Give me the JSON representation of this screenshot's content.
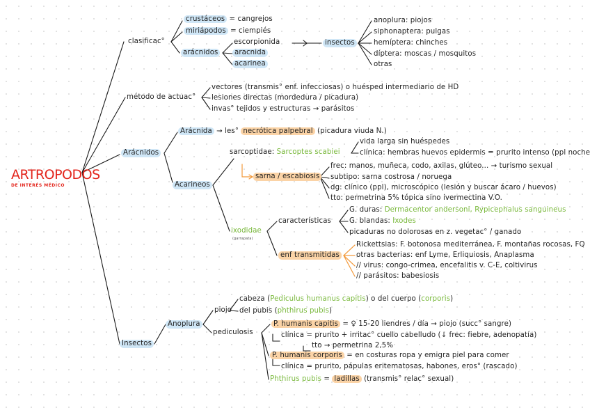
{
  "title": {
    "main": "ARTROPODOS",
    "sub": "DE INTERÉS MÉDICO"
  },
  "clasificacion": {
    "label": "clasificac°",
    "crustaceos": {
      "name": "crustáceos",
      "rest": " = cangrejos"
    },
    "miriapodos": {
      "name": "miriápodos",
      "rest": " = ciempiés"
    },
    "aracnidos": {
      "name": "arácnidos",
      "children": [
        "escorpionida",
        "aracnida",
        "acarinea"
      ]
    },
    "insectos": {
      "name": "insectos",
      "children": [
        "anoplura: piojos",
        "siphonaptera: pulgas",
        "hemíptera: chinches",
        "díptera: moscas / mosquitos",
        "otras"
      ]
    }
  },
  "metodo": {
    "label": "método de actuac°",
    "items": [
      "vectores (transmis° enf. infecciosas) o huésped intermediario de HD",
      "lesiones directas (mordedura / picadura)",
      "invas° tejidos y estructuras → parásitos"
    ]
  },
  "arac": {
    "label": "Arácnidos",
    "aracnida": {
      "name": "Arácnida",
      "arrow": " → les° ",
      "highlight": "necrótica palpebral",
      "rest": " (picadura viuda N.)"
    },
    "acarineos": {
      "label": "Acarineos",
      "sarcoptidae": {
        "label": "sarcoptidae: ",
        "species": "Sarcoptes scabiei",
        "vida": "vida larga sin huéspedes",
        "clinica": "clínica: hembras huevos epidermis = prurito intenso (ppl noche)"
      },
      "sarna": {
        "label": "sarna / escabiosis",
        "items": [
          "frec: manos, muñeca, codo, axilas, glúteo... → turismo sexual",
          "subtipo: sarna costrosa / noruega",
          "dg: clínico (ppl), microscópico (lesión y buscar ácaro / huevos)",
          "tto: permetrina 5% tópica sino ivermectina V.O."
        ]
      },
      "ixodidae": {
        "name": "ixodidae",
        "note": "(garrapata)",
        "caract": {
          "label": "características",
          "duras_label": "G. duras: ",
          "duras_species": "Dermacentor andersoni, Rypicephalus sanguineus",
          "blandas_label": "G. blandas: ",
          "blandas_species": "Ixodes",
          "picaduras": "picaduras no dolorosas en z. vegetac° / ganado"
        },
        "enf": {
          "label": "enf transmitidas",
          "items": [
            "Rickettsias: F. botonosa mediterránea, F. montañas rocosas, FQ",
            "otras bacterias: enf Lyme, Erliquiosis, Anaplasma",
            "// virus: congo-crimea, encefalitis v. C-E, coltivirus",
            "// parásitos: babesiosis"
          ]
        }
      }
    }
  },
  "insect": {
    "label": "Insectos",
    "anoplura": "Anoplura",
    "piojo": {
      "label": "piojo",
      "cabeza": {
        "pre": "cabeza (",
        "species": "Pediculus humanus capitis",
        "mid": ") o del cuerpo (",
        "corporis": "corporis",
        "post": ")"
      },
      "pubis": {
        "pre": "del pubis (",
        "species": "phthirus pubis",
        "post": ")"
      }
    },
    "pediculosis": {
      "label": "pediculosis",
      "capitis": {
        "name": "P. humanis capitis",
        "rest": " = ♀ 15-20 liendres / día → piojo (succ° sangre)",
        "clinica": "clínica = prurito + irritac° cuello cabelludo (↓ frec: fiebre, adenopatía)",
        "tto": "tto → permetrina 2,5%"
      },
      "corporis": {
        "name": "P. humanis corporis",
        "rest": " = en costuras ropa y emigra piel para comer",
        "clinica": "clínica = prurito, pápulas eritematosas, habones, eros° (rascado)"
      },
      "pubis": {
        "name": "Phthirus pubis",
        "eq": " = ",
        "hl": "ladillas",
        "rest": " (transmis° relac° sexual)"
      }
    }
  },
  "colors": {
    "line": "#1a1a1a",
    "orange": "#f39a3c",
    "green": "#78b83a",
    "red": "#e3251c",
    "blue_hl": "#cfe6f6",
    "orange_hl": "#fbd3a6"
  }
}
